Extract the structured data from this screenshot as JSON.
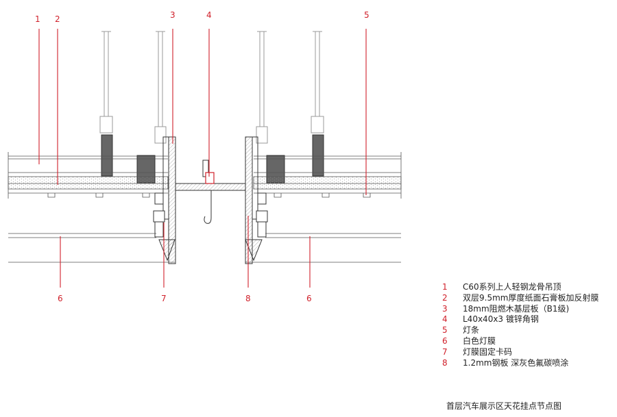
{
  "callouts": [
    {
      "num": "1",
      "text": "C60系列上人轻钢龙骨吊顶"
    },
    {
      "num": "2",
      "text": "双层9.5mm厚度纸面石膏板加反射膜"
    },
    {
      "num": "3",
      "text": "18mm阻燃木基层板（B1级)"
    },
    {
      "num": "4",
      "text": "L40x40x3 镀锌角钢"
    },
    {
      "num": "5",
      "text": "灯条"
    },
    {
      "num": "6",
      "text": "白色灯膜"
    },
    {
      "num": "7",
      "text": "灯膜固定卡码"
    },
    {
      "num": "8",
      "text": "1.2mm钢板 深灰色氟碳喷涂"
    }
  ],
  "drawing_labels": {
    "l1": "1",
    "l2": "2",
    "l3": "3",
    "l4": "4",
    "l5": "5",
    "l6a": "6",
    "l6b": "6",
    "l7": "7",
    "l8": "8"
  },
  "caption": "首层汽车展示区天花挂点节点图",
  "colors": {
    "callout": "#d0202a",
    "line": "#333333",
    "hatch": "#666666"
  }
}
